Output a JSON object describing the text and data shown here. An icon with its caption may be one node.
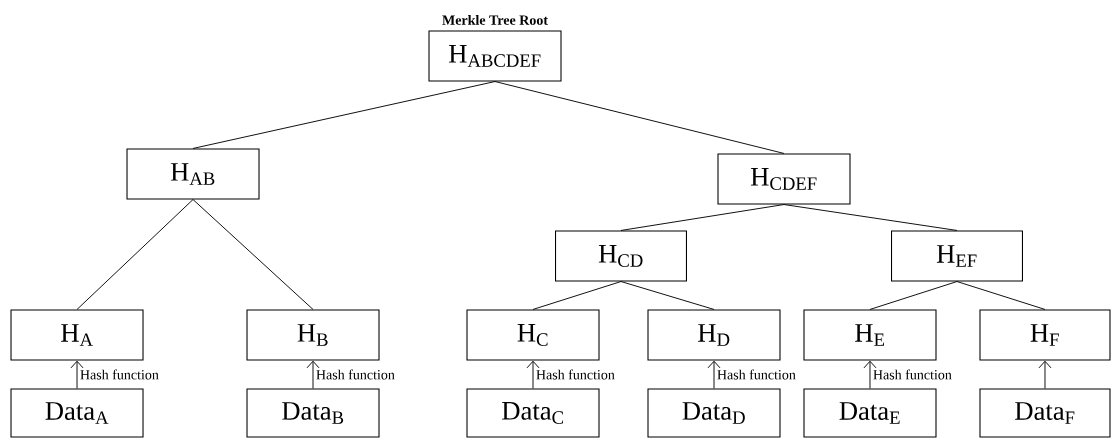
{
  "diagram": {
    "nodes": [
      {
        "text": [
          "Merkle Tree Root",
          "H$_{ABCDEF}$"
        ]
      },
      {
        "text": [
          "H$_{AB}$"
        ]
      },
      {
        "text": [
          "H$_{CDEF}$"
        ]
      },
      {
        "text": [
          "H$_{CD}$"
        ]
      },
      {
        "text": [
          "H$_{EF}$"
        ]
      },
      {
        "text": [
          "H$_{A}$"
        ]
      },
      {
        "text": [
          "H$_{B}$"
        ]
      },
      {
        "text": [
          "H$_{C}$"
        ]
      },
      {
        "text": [
          "H$_{D}$"
        ]
      },
      {
        "text": [
          "H$_{E}$"
        ]
      },
      {
        "text": [
          "H$_{F}$"
        ]
      },
      {
        "text": [
          "Data$_{A}$"
        ]
      },
      {
        "text": [
          "Data$_{B}$"
        ]
      },
      {
        "text": [
          "Data$_{C}$"
        ]
      },
      {
        "text": [
          "Data$_{D}$"
        ]
      },
      {
        "text": [
          "Data$_{E}$"
        ]
      },
      {
        "text": [
          "Data$_{F}$"
        ]
      }
    ],
    "edges": [
      {
        "from": 0,
        "to": 1,
        "arrow": "none"
      },
      {
        "from": 0,
        "to": 2,
        "arrow": "none"
      },
      {
        "from": 1,
        "to": 5,
        "arrow": "none"
      },
      {
        "from": 1,
        "to": 6,
        "arrow": "none"
      },
      {
        "from": 2,
        "to": 3,
        "arrow": "none"
      },
      {
        "from": 2,
        "to": 4,
        "arrow": "none"
      },
      {
        "from": 3,
        "to": 7,
        "arrow": "none"
      },
      {
        "from": 3,
        "to": 8,
        "arrow": "none"
      },
      {
        "from": 4,
        "to": 9,
        "arrow": "none"
      },
      {
        "from": 4,
        "to": 10,
        "arrow": "none"
      },
      {
        "from": 11,
        "to": 5,
        "arrow": "to",
        "label": "Hash function"
      },
      {
        "from": 12,
        "to": 6,
        "arrow": "to",
        "label": "Hash function"
      },
      {
        "from": 13,
        "to": 7,
        "arrow": "to",
        "label": "Hash function"
      },
      {
        "from": 14,
        "to": 8,
        "arrow": "to",
        "label": "Hash function"
      },
      {
        "from": 15,
        "to": 9,
        "arrow": "to",
        "label": "Hash function"
      },
      {
        "from": 16,
        "to": 10,
        "arrow": "to"
      }
    ]
  }
}
